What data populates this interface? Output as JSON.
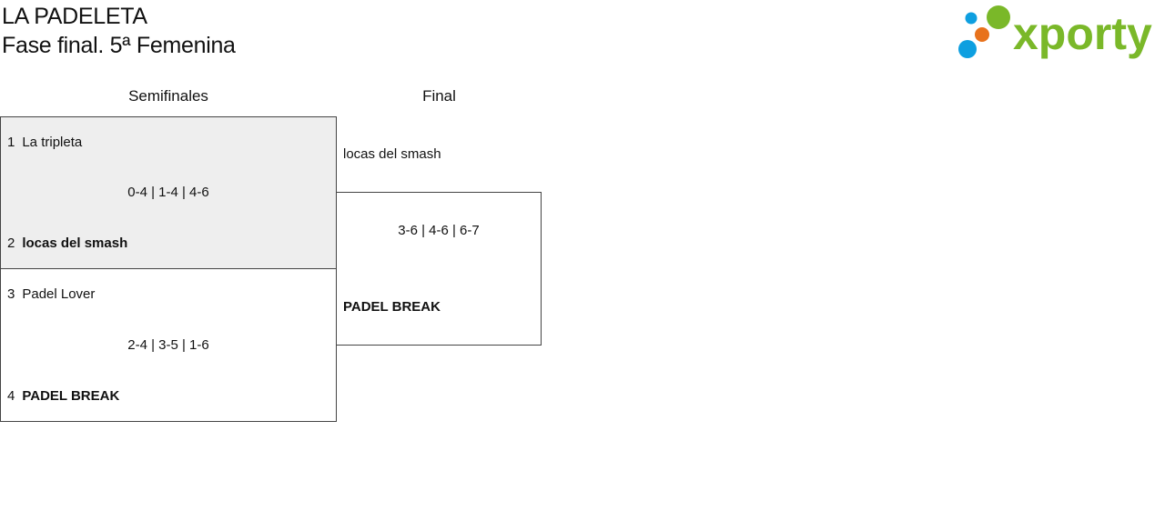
{
  "header": {
    "title": "LA PADELETA",
    "subtitle": "Fase final. 5ª Femenina"
  },
  "logo": {
    "text": "xporty",
    "icon": "colored-dots-icon",
    "colors": {
      "green": "#7ab829",
      "blue": "#0e9fe0",
      "orange": "#e8721c"
    }
  },
  "rounds": {
    "semifinals": "Semifinales",
    "final": "Final"
  },
  "semifinals": [
    {
      "team1": {
        "seed": "1",
        "name": "La tripleta"
      },
      "score": "0-4 | 1-4 | 4-6",
      "team2": {
        "seed": "2",
        "name": "locas del smash"
      }
    },
    {
      "team1": {
        "seed": "3",
        "name": "Padel Lover"
      },
      "score": "2-4 | 3-5 | 1-6",
      "team2": {
        "seed": "4",
        "name": "PADEL BREAK"
      }
    }
  ],
  "final": {
    "team1": "locas del smash",
    "score": "3-6 | 4-6 | 6-7",
    "team2": "PADEL BREAK"
  }
}
